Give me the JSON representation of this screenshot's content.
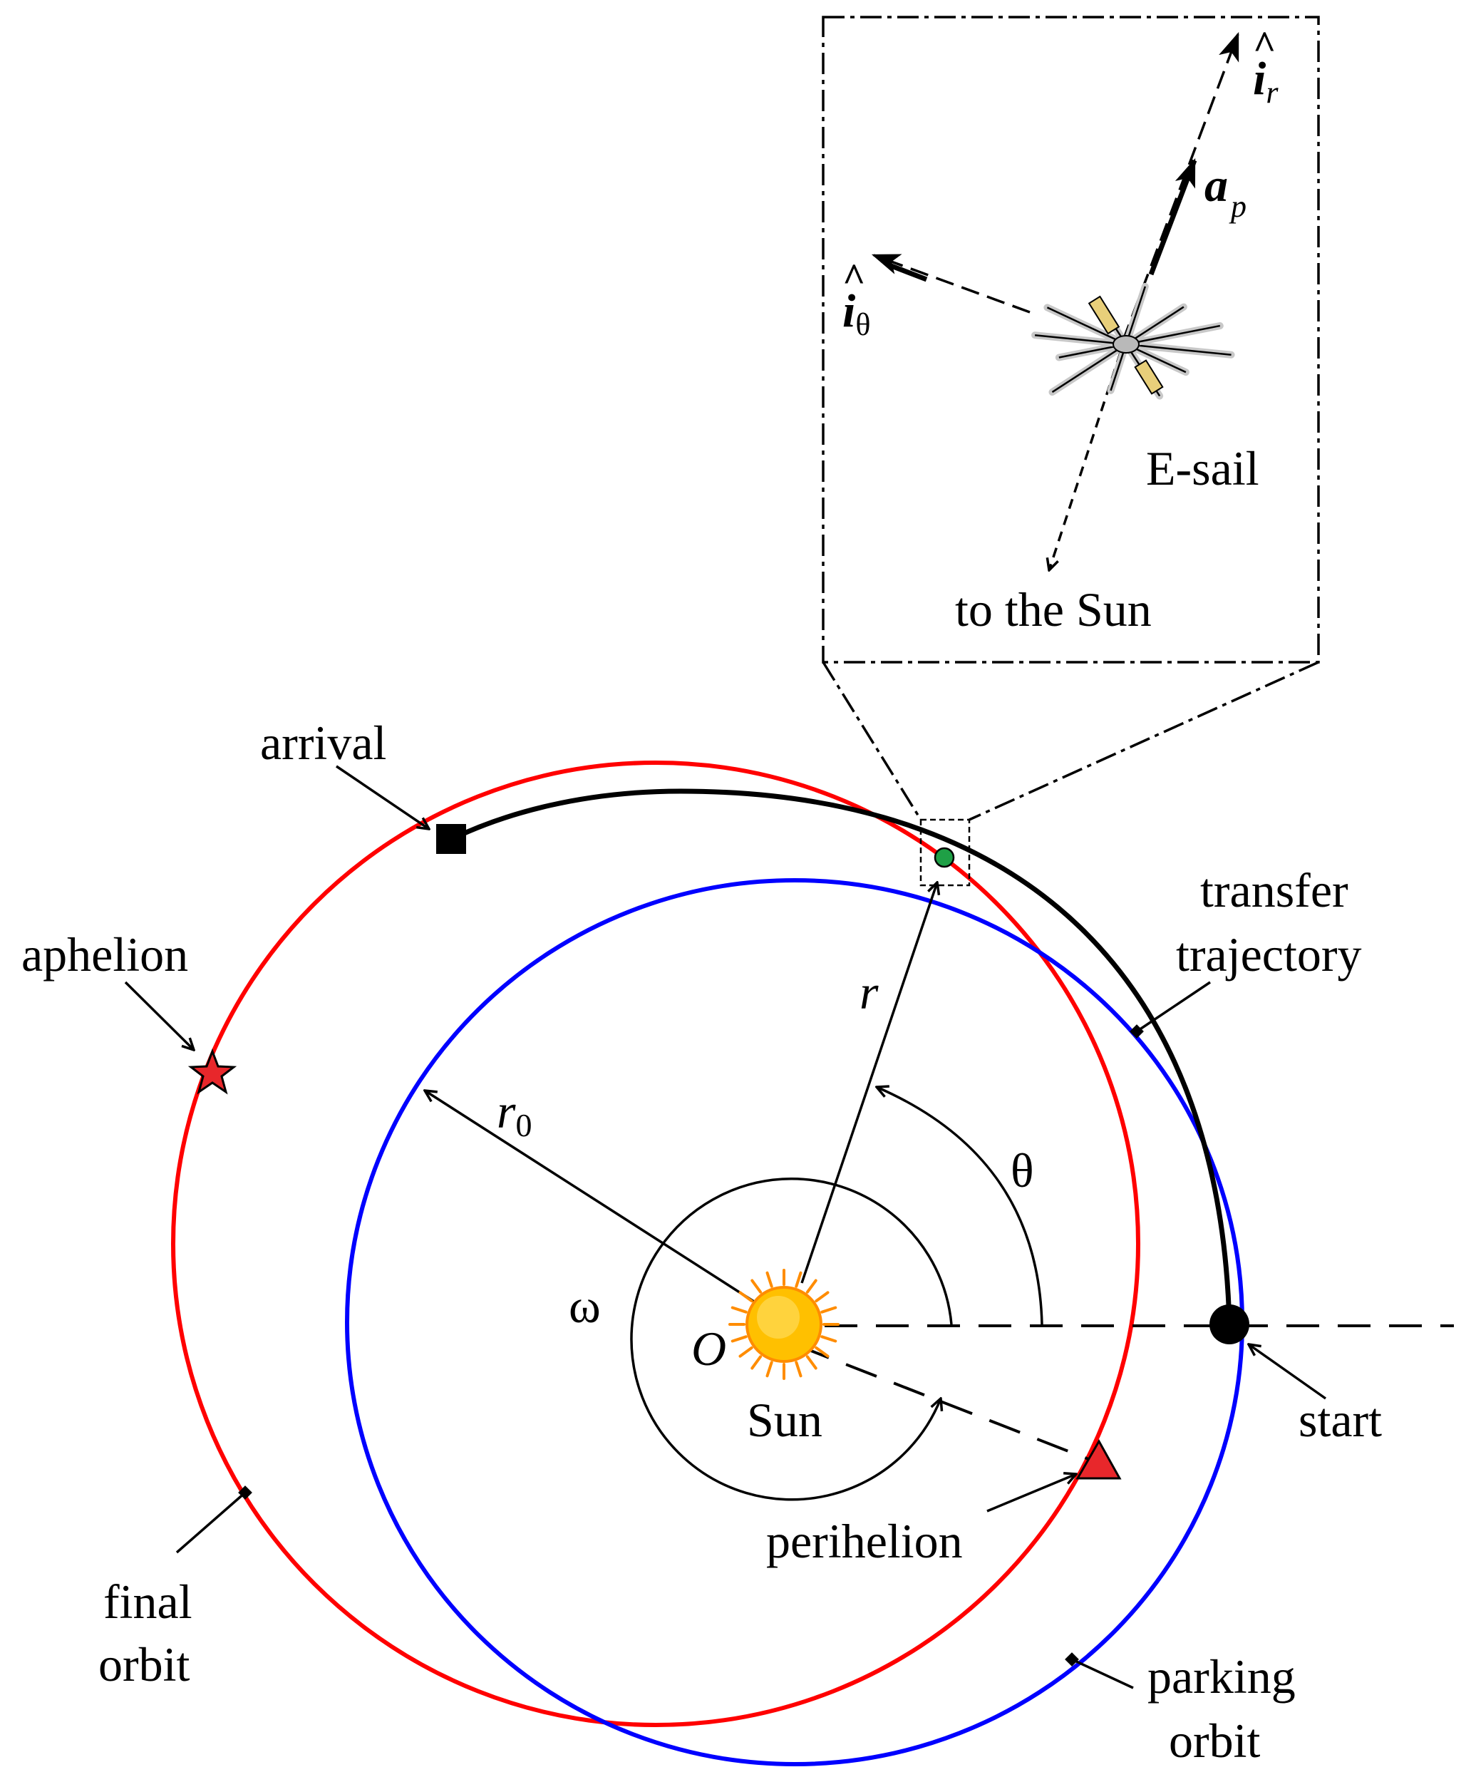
{
  "labels": {
    "arrival": "arrival",
    "aphelion": "aphelion",
    "transfer_line1": "transfer",
    "transfer_line2": "trajectory",
    "final_line1": "final",
    "final_line2": "orbit",
    "parking_line1": "parking",
    "parking_line2": "orbit",
    "perihelion": "perihelion",
    "start": "start",
    "sun": "Sun",
    "origin": "O",
    "radius": "r",
    "radius0": "r",
    "radius0_sub": "0",
    "theta": "θ",
    "omega": "ω",
    "esail": "E-sail",
    "to_sun": "to the Sun",
    "ir_base": "i",
    "ir_sub": "r",
    "itheta_base": "i",
    "itheta_sub": "θ",
    "ap_base": "a",
    "ap_sub": "p",
    "hat": "^"
  },
  "colors": {
    "final_orbit": "#ff0000",
    "parking_orbit": "#0000ff",
    "transfer_trajectory": "#000000",
    "sun_core": "#ffc000",
    "sun_rays": "#ff8c00",
    "sail_panel": "#e8cf7a",
    "spacecraft_dot": "#1fa046",
    "perihelion_marker": "#e8272b",
    "aphelion_marker": "#e8272b"
  }
}
